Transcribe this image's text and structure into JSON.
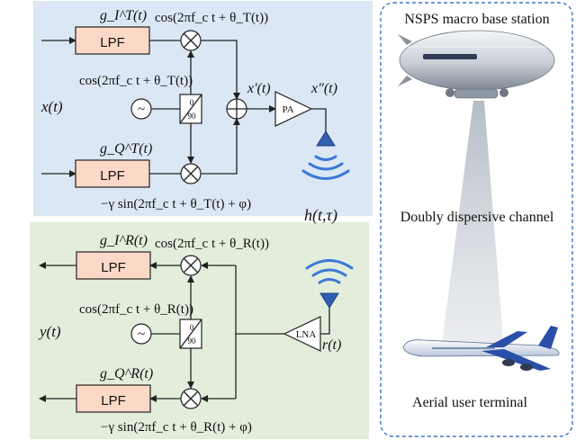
{
  "colors": {
    "tx_panel": "#dbe7f4",
    "rx_panel": "#e2eedb",
    "lpf_fill": "#fbd9c6",
    "antenna": "#2f5fb0",
    "waves": "#3b78d8",
    "beam": "#b9bec9",
    "dashed_border": "#3f74c9"
  },
  "transmitter": {
    "gI": "g_I^T(t)",
    "gQ": "g_Q^T(t)",
    "lpf_top": "LPF",
    "lpf_bottom": "LPF",
    "cos_top": "cos(2πf_c t + θ_T(t))",
    "cos_mid": "cos(2πf_c t + θ_T(t))",
    "sin_bottom": "−γ sin(2πf_c t + θ_T(t) + φ)",
    "x_in": "x(t)",
    "x_prime": "x'(t)",
    "x_dprime": "x\"(t)",
    "pa": "PA",
    "phase_top": "0",
    "phase_bottom": "90",
    "osc": "~"
  },
  "receiver": {
    "gI": "g_I^R(t)",
    "gQ": "g_Q^R(t)",
    "lpf_top": "LPF",
    "lpf_bottom": "LPF",
    "cos_top": "cos(2πf_c t + θ_R(t))",
    "cos_mid": "cos(2πf_c t + θ_R(t))",
    "sin_bottom": "−γ sin(2πf_c t + θ_R(t) + φ)",
    "y_out": "y(t)",
    "r_in": "r(t)",
    "lna": "LNA",
    "phase_top": "0",
    "phase_bottom": "90",
    "osc": "~"
  },
  "channel": "h(t,τ)",
  "right_panel": {
    "station": "NSPS macro base station",
    "channel": "Doubly dispersive channel",
    "terminal": "Aerial user terminal"
  }
}
